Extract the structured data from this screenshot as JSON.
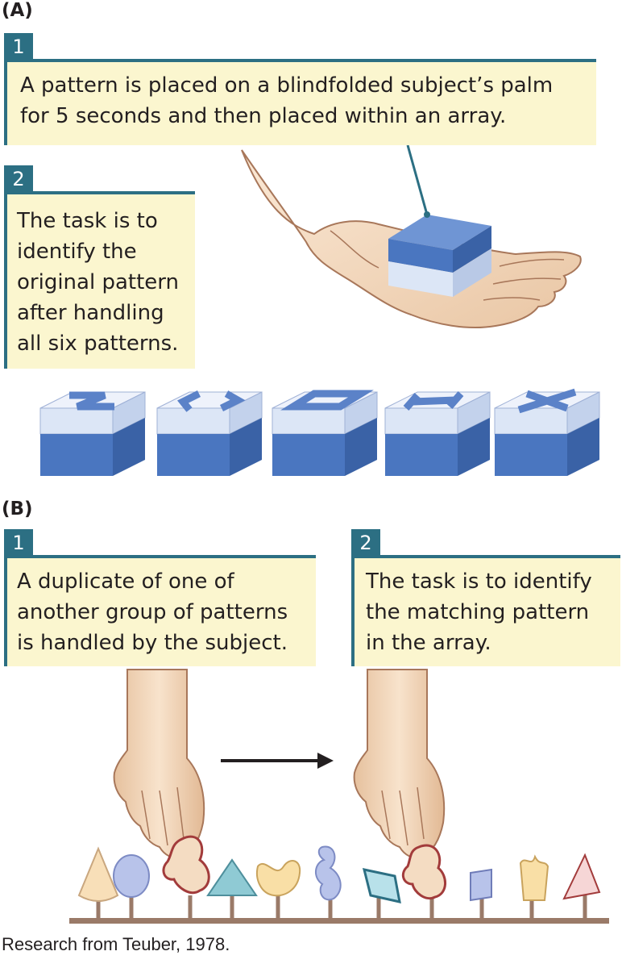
{
  "panel_a": {
    "label": "(A)",
    "step1": {
      "number": "1",
      "lines": [
        "A pattern is placed on a blindfolded subject’s palm",
        "for 5 seconds and then placed within an array."
      ]
    },
    "step2": {
      "number": "2",
      "lines": [
        "The task is to",
        "identify the",
        "original pattern",
        "after handling",
        "all six patterns."
      ]
    }
  },
  "panel_b": {
    "label": "(B)",
    "step1": {
      "number": "1",
      "lines": [
        "A duplicate of one of",
        "another group of patterns",
        "is handled by the subject."
      ]
    },
    "step2": {
      "number": "2",
      "lines": [
        "The task is to identify",
        "the matching pattern",
        "in the array."
      ]
    }
  },
  "caption": "Research from Teuber, 1978.",
  "colors": {
    "accent": "#2c6f83",
    "box_fill": "#fbf6cf",
    "block_dark": "#4a76c0",
    "block_light": "#dce6f6",
    "skin": "#f4dcc2"
  }
}
